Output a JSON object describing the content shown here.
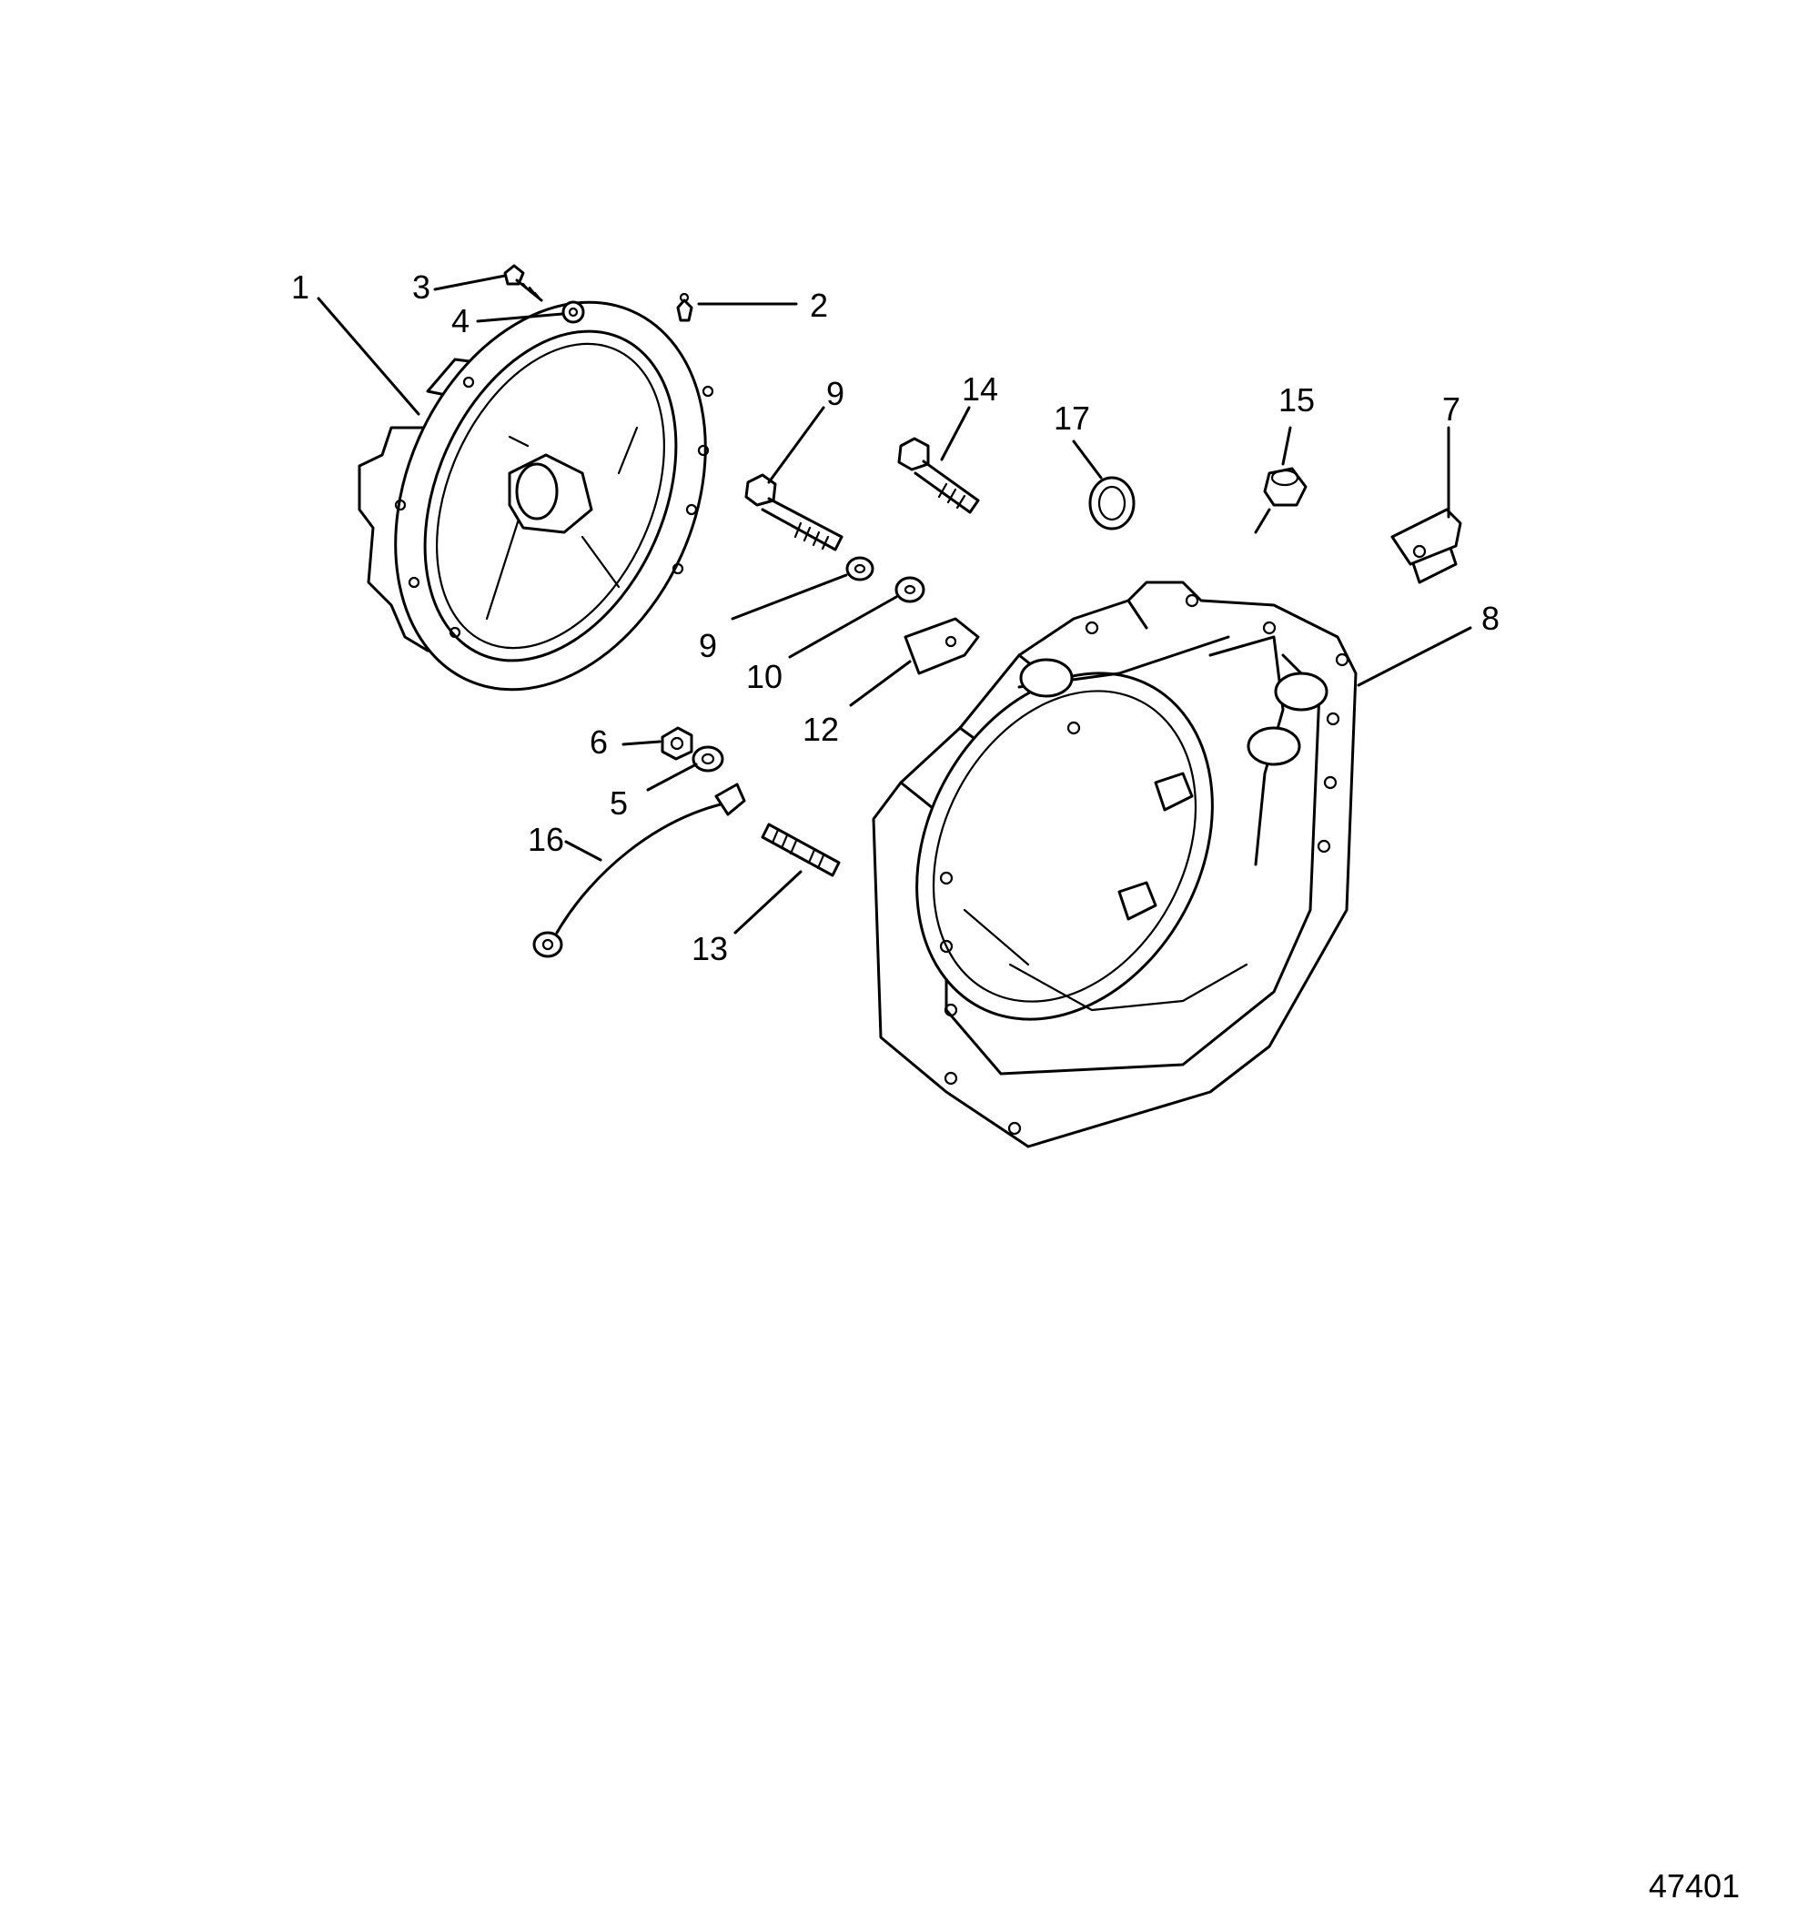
{
  "figure_id": "47401",
  "callouts": {
    "c1": "1",
    "c2": "2",
    "c3": "3",
    "c4": "4",
    "c5": "5",
    "c6": "6",
    "c7": "7",
    "c8": "8",
    "c9a": "9",
    "c9b": "9",
    "c10": "10",
    "c12": "12",
    "c13": "13",
    "c14": "14",
    "c15": "15",
    "c16": "16",
    "c17": "17"
  },
  "colors": {
    "line": "#000000",
    "background": "#ffffff"
  }
}
